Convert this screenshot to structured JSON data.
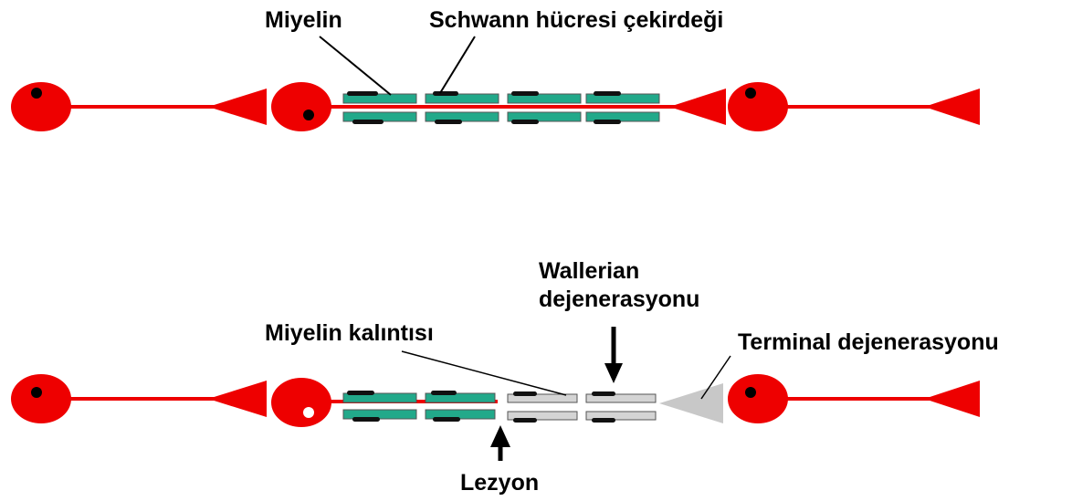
{
  "labels": {
    "myelin": "Miyelin",
    "schwann_nucleus": "Schwann hücresi çekirdeği",
    "wallerian_line1": "Wallerian",
    "wallerian_line2": "dejenerasyonu",
    "myelin_debris": "Miyelin kalıntısı",
    "terminal_degeneration": "Terminal dejenerasyonu",
    "lesion": "Lezyon"
  },
  "colors": {
    "neuron": "#ee0000",
    "nucleus": "#000000",
    "myelin_healthy": "#22a98a",
    "myelin_sheath_outline": "#000000",
    "myelin_degenerated": "#d4d4d4",
    "terminal_degenerated": "#c8c8c8",
    "background": "#ffffff"
  }
}
